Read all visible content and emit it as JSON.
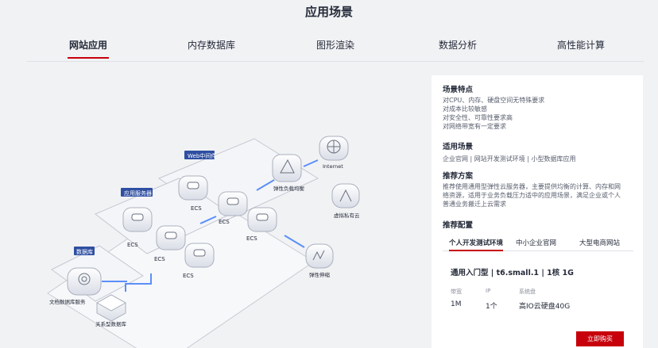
{
  "page": {
    "title": "应用场景"
  },
  "tabs": [
    {
      "label": "网站应用",
      "active": true
    },
    {
      "label": "内存数据库",
      "active": false
    },
    {
      "label": "图形渲染",
      "active": false
    },
    {
      "label": "数据分析",
      "active": false
    },
    {
      "label": "高性能计算",
      "active": false
    }
  ],
  "diagram": {
    "web_middleware": "Web中间件",
    "app_server": "应用服务器",
    "database": "数据库",
    "ecs": "ECS",
    "elb": "弹性负载均衡",
    "internet": "Internet",
    "vpc": "虚拟私有云",
    "autoscaling": "弹性伸缩",
    "doc_db": "文档数据库服务",
    "rel_db": "关系型数据库"
  },
  "panel": {
    "features_title": "场景特点",
    "features": [
      "对CPU、内存、硬盘空间无特殊要求",
      "对成本比较敏感",
      "对安全性、可靠性要求高",
      "对网络带宽有一定要求"
    ],
    "usage_title": "适用场景",
    "usage": "企业官网 | 网站开发测试环境 | 小型数据库应用",
    "solution_title": "推荐方案",
    "solution_lines": [
      "推荐使用通用型弹性云服务器，主要提供均衡的计算、内存和网",
      "络资源，适用于业务负载压力适中的应用场景，满足企业或个人",
      "普通业务搬迁上云需求"
    ],
    "config_title": "推荐配置",
    "config_tabs": [
      {
        "label": "个人开发测试环境",
        "active": true
      },
      {
        "label": "中小企业官网",
        "active": false
      },
      {
        "label": "大型电商网站",
        "active": false
      }
    ],
    "spec_title": "通用入门型  | t6.small.1 | 1核 1G",
    "specs": [
      {
        "label": "带宽",
        "value": "1M"
      },
      {
        "label": "IP",
        "value": "1个"
      },
      {
        "label": "系统盘",
        "value": "高IO云硬盘40G"
      }
    ],
    "buy_label": "立即购买"
  },
  "colors": {
    "brand_red": "#c7000b",
    "badge_blue": "#2f4fa2",
    "connector_blue": "#5b8ff9"
  }
}
